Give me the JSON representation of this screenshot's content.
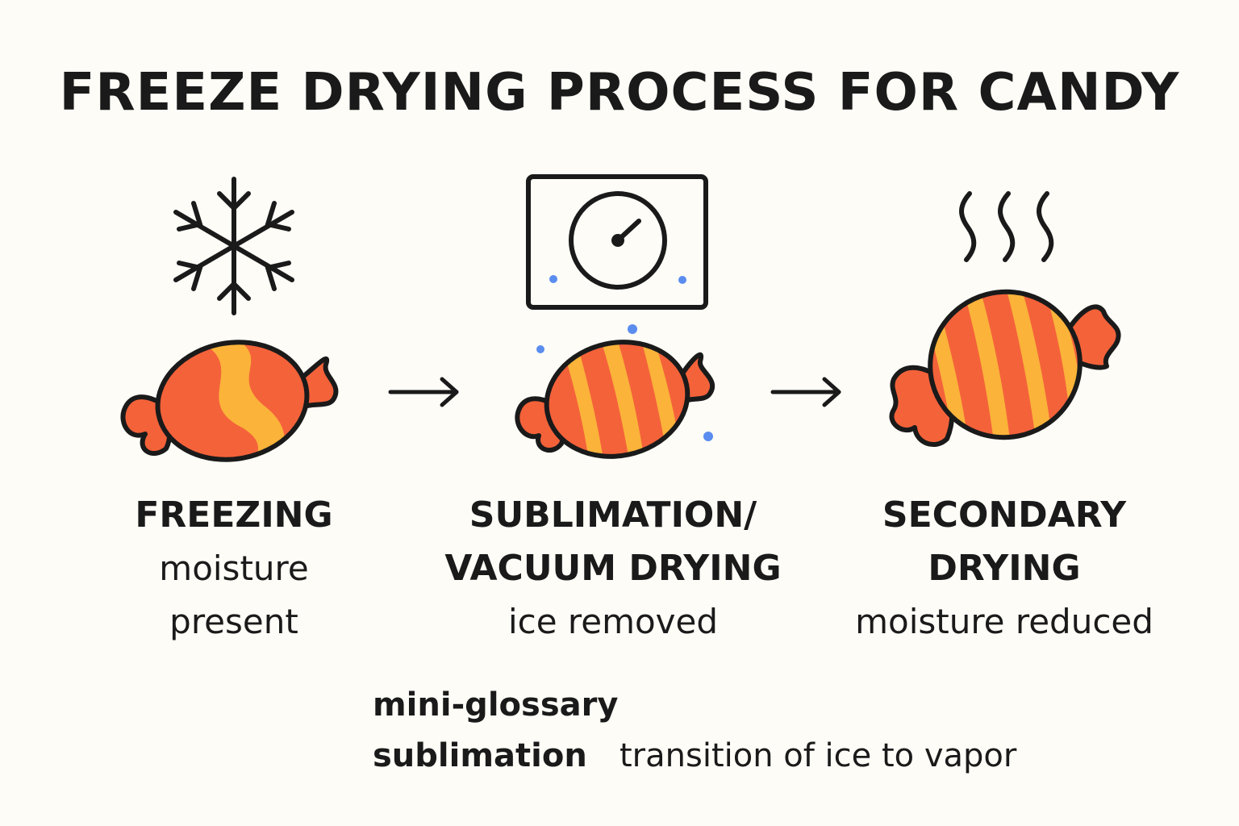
{
  "title": "FREEZE DRYING PROCESS FOR CANDY",
  "stages": [
    {
      "name_lines": [
        "FREEZING"
      ],
      "desc_lines": [
        "moisture",
        "present"
      ],
      "icon": "snowflake-icon"
    },
    {
      "name_lines": [
        "SUBLIMATION/",
        "VACUUM DRYING"
      ],
      "desc_lines": [
        "ice removed"
      ],
      "icon": "vacuum-gauge-icon"
    },
    {
      "name_lines": [
        "SECONDARY",
        "DRYING"
      ],
      "desc_lines": [
        "moisture reduced"
      ],
      "icon": "heat-waves-icon"
    }
  ],
  "arrows": [
    "arrow-right-icon",
    "arrow-right-icon"
  ],
  "glossary": {
    "heading": "mini-glossary",
    "term": "sublimation",
    "definition": "transition of ice to vapor"
  },
  "colors": {
    "candy_body": "#f4623a",
    "candy_stripe": "#fbb33a",
    "outline": "#1a1a1a",
    "vapor_dots": "#5b8def",
    "background": "#fdfcf7"
  }
}
